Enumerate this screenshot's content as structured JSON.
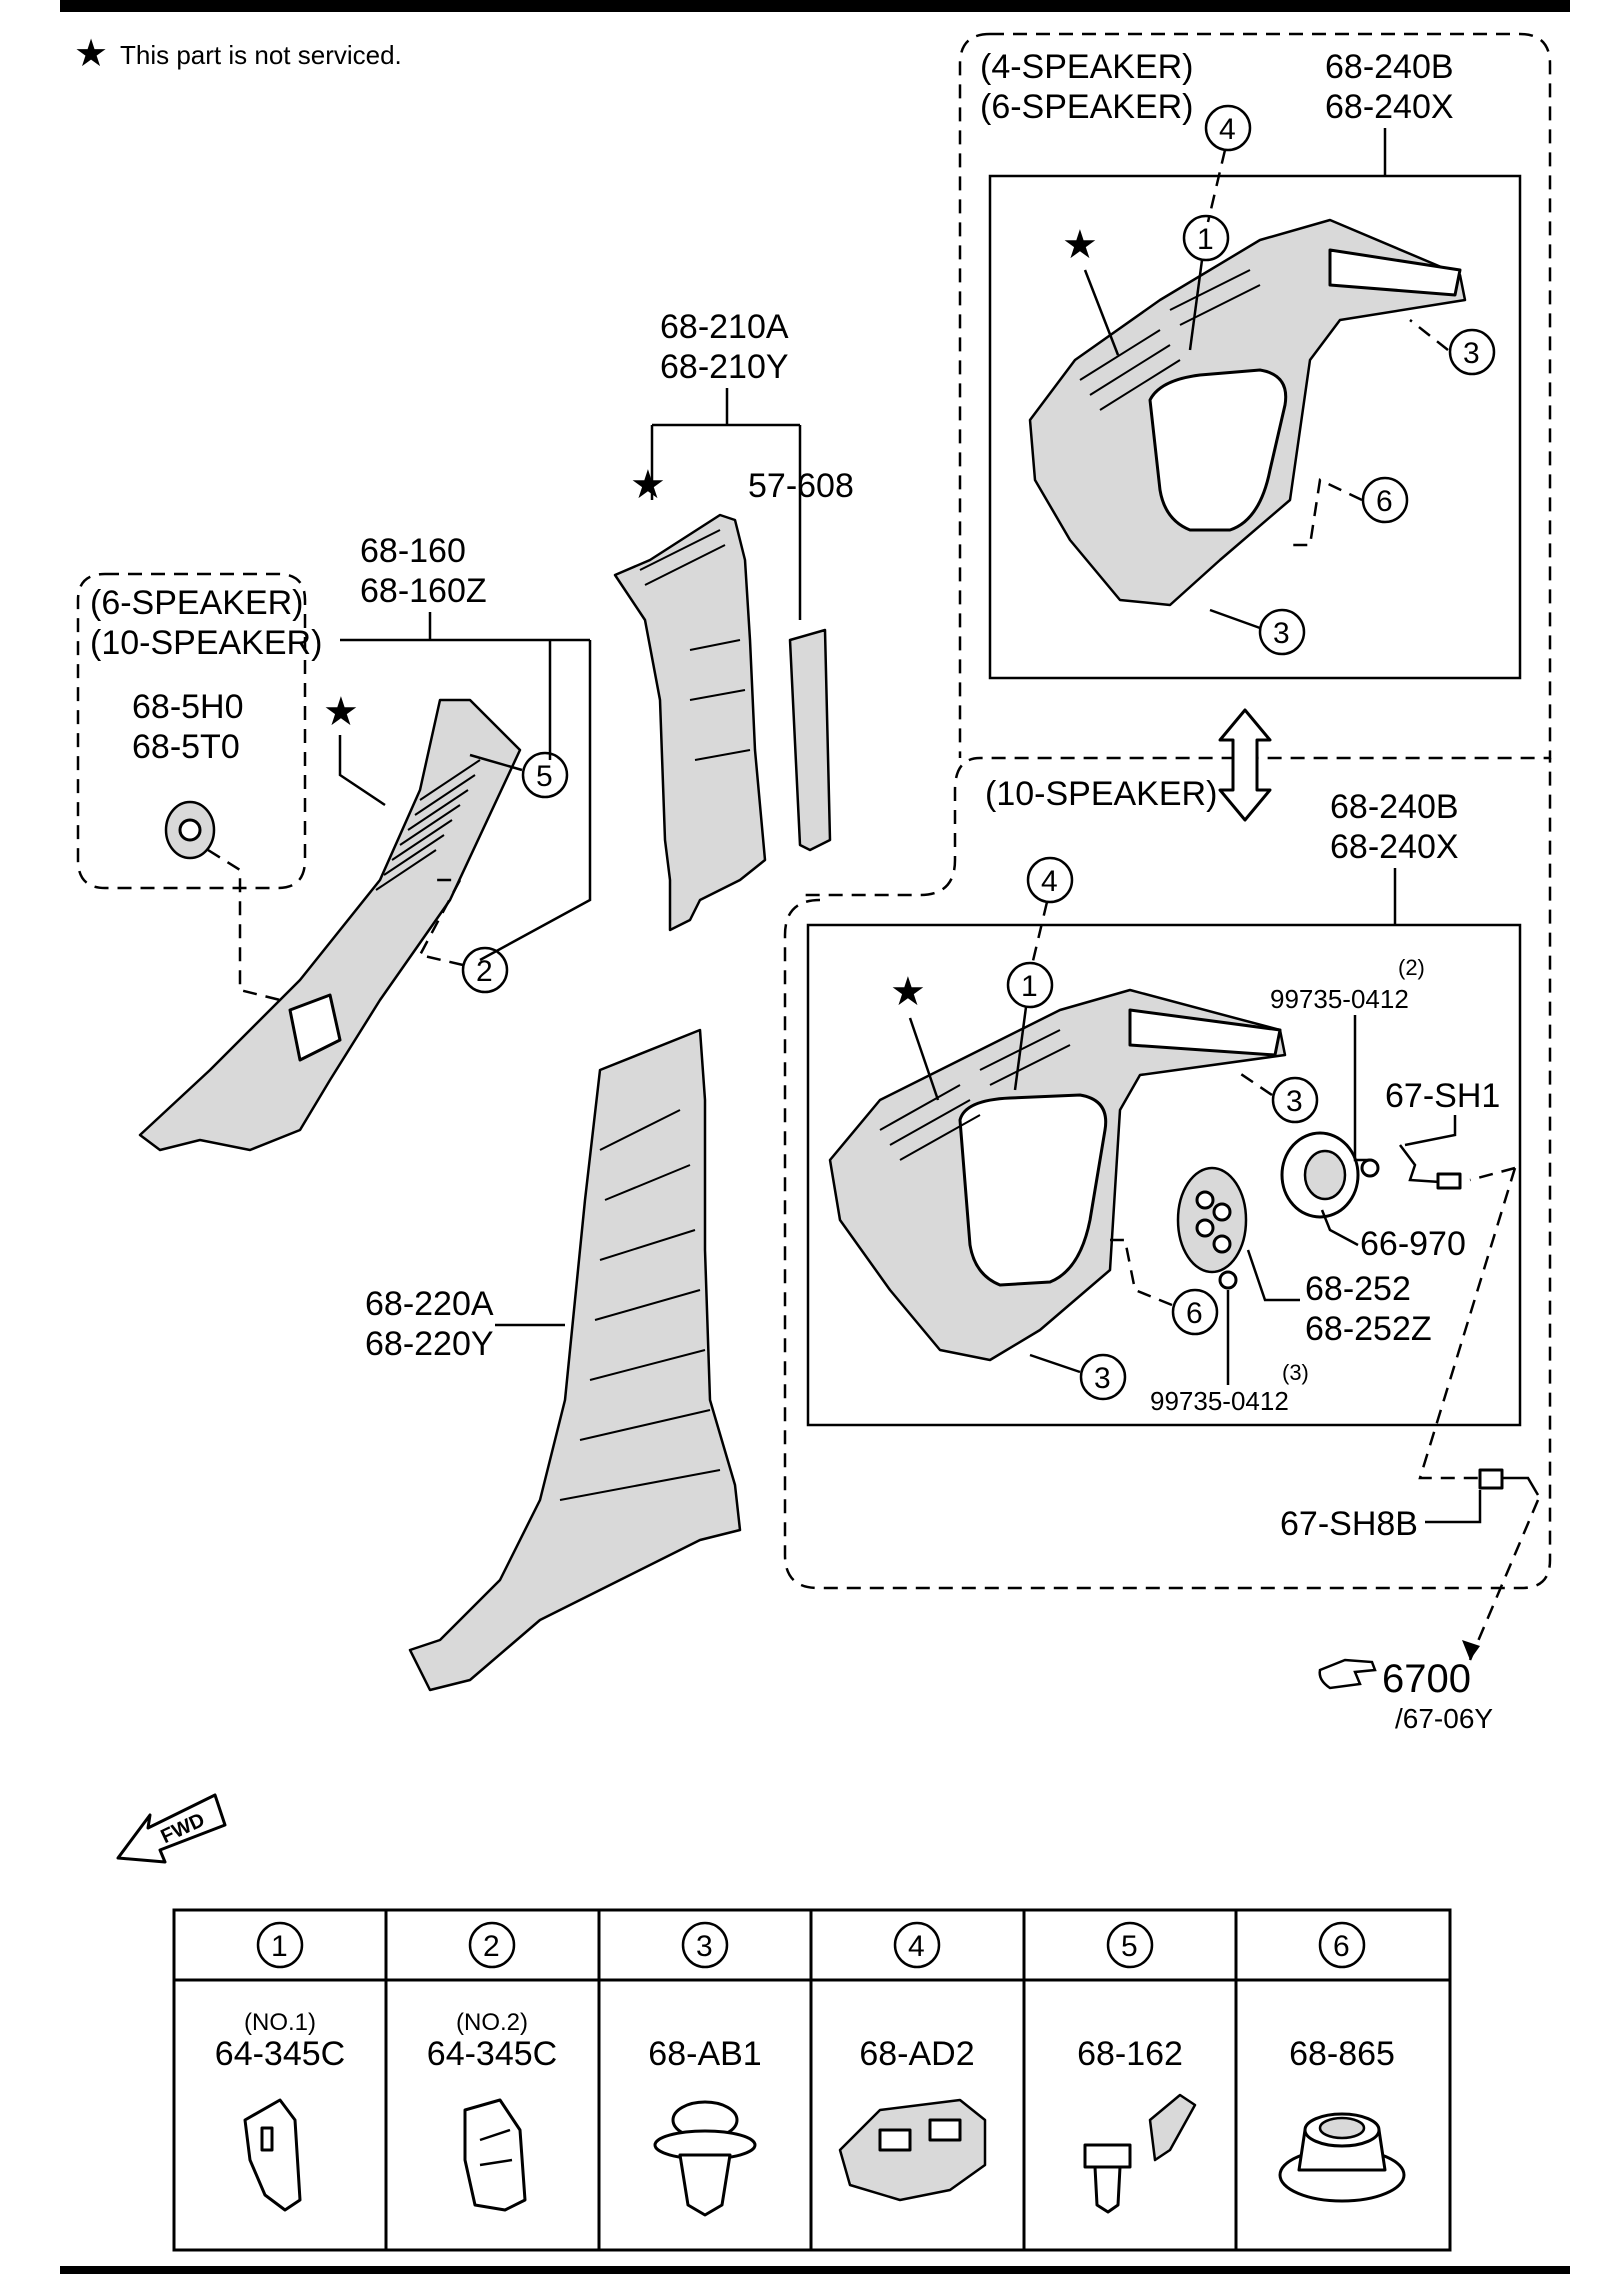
{
  "note": {
    "symbol": "★",
    "text": "This part is not serviced."
  },
  "groups": {
    "top_right": {
      "line1": "(4-SPEAKER)",
      "line2": "(6-SPEAKER)"
    },
    "bottom_right": {
      "line1": "(10-SPEAKER)"
    },
    "left": {
      "line1": "(6-SPEAKER)",
      "line2": "(10-SPEAKER)"
    }
  },
  "parts": {
    "p_240_top": [
      "68-240B",
      "68-240X"
    ],
    "p_240_bot": [
      "68-240B",
      "68-240X"
    ],
    "p_210": [
      "68-210A",
      "68-210Y"
    ],
    "p_608": "57-608",
    "p_160": [
      "68-160",
      "68-160Z"
    ],
    "p_5h0": [
      "68-5H0",
      "68-5T0"
    ],
    "p_220": [
      "68-220A",
      "68-220Y"
    ],
    "p_99735_a": {
      "qty": "(2)",
      "num": "99735-0412"
    },
    "p_99735_b": {
      "qty": "(3)",
      "num": "99735-0412"
    },
    "p_sh1": "67-SH1",
    "p_970": "66-970",
    "p_252": [
      "68-252",
      "68-252Z"
    ],
    "p_sh8b": "67-SH8B",
    "p_ref": {
      "num": "6700",
      "sub": "/67-06Y"
    }
  },
  "callouts": [
    "1",
    "2",
    "3",
    "4",
    "5",
    "6"
  ],
  "fwd": "FWD",
  "fastener_table": [
    {
      "no": "1",
      "sub": "(NO.1)",
      "part": "64-345C",
      "icon": "clip-no1-icon"
    },
    {
      "no": "2",
      "sub": "(NO.2)",
      "part": "64-345C",
      "icon": "clip-no2-icon"
    },
    {
      "no": "3",
      "sub": "",
      "part": "68-AB1",
      "icon": "push-rivet-icon"
    },
    {
      "no": "4",
      "sub": "",
      "part": "68-AD2",
      "icon": "bracket-clip-icon"
    },
    {
      "no": "5",
      "sub": "",
      "part": "68-162",
      "icon": "tether-clip-icon"
    },
    {
      "no": "6",
      "sub": "",
      "part": "68-865",
      "icon": "grommet-icon"
    }
  ]
}
